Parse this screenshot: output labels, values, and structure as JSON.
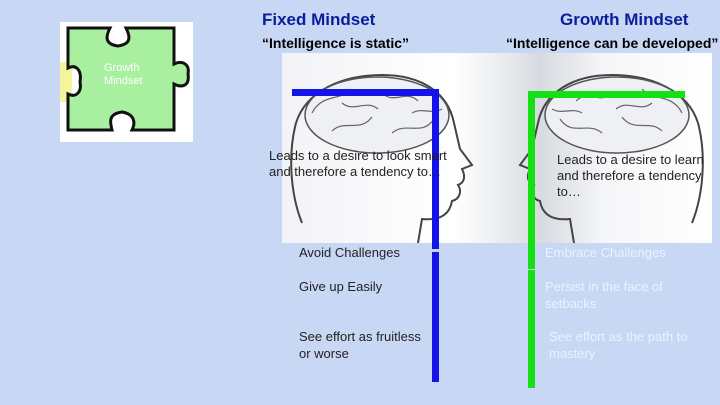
{
  "fixed": {
    "title": "Fixed Mindset",
    "quote": "“Intelligence is static”",
    "leads": "Leads to a desire to look smart and therefore a tendency to…",
    "items": [
      "Avoid Challenges",
      "Give up Easily",
      "See effort as fruitless or worse"
    ]
  },
  "growth": {
    "title": "Growth Mindset",
    "quote": "“Intelligence can be developed”",
    "leads": "Leads to a desire to learn and therefore a tendency to…",
    "items": [
      "Embrace Challenges",
      "Persist in the face of setbacks",
      "See effort as the path to mastery"
    ]
  },
  "puzzle": {
    "label": "Growth Mindset",
    "fill_color": "#a8f0a0",
    "accent_color": "#f4f49a"
  },
  "colors": {
    "background": "#c8d8f4",
    "title": "#0a1e9c",
    "fixed_bar": "#1414e8",
    "growth_bar": "#14e014"
  }
}
